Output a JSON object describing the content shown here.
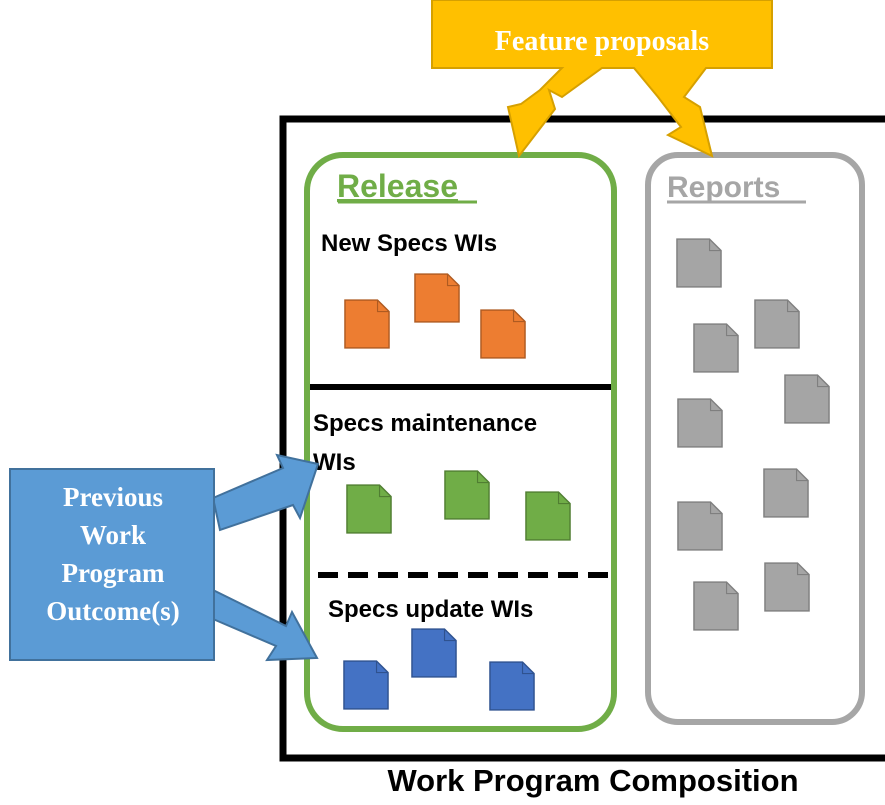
{
  "feature_proposals": {
    "label": "Feature proposals",
    "fill": "#ffc000",
    "stroke": "#d6a000"
  },
  "release": {
    "title": "Release",
    "color": "#70ad47",
    "sections": {
      "new_specs": "New Specs WIs",
      "maintenance_line1": "Specs maintenance",
      "maintenance_line2": "WIs",
      "update": "Specs update WIs"
    }
  },
  "reports": {
    "title": "Reports",
    "color": "#a6a6a6"
  },
  "previous_outcome": {
    "lines": [
      "Previous",
      "Work",
      "Program",
      "Outcome(s)"
    ],
    "fill": "#5b9bd5",
    "stroke": "#41719c"
  },
  "caption": "Work Program Composition",
  "doc_colors": {
    "orange": "#ed7d31",
    "green": "#70ad47",
    "blue": "#4472c4",
    "gray": "#a5a5a5"
  }
}
